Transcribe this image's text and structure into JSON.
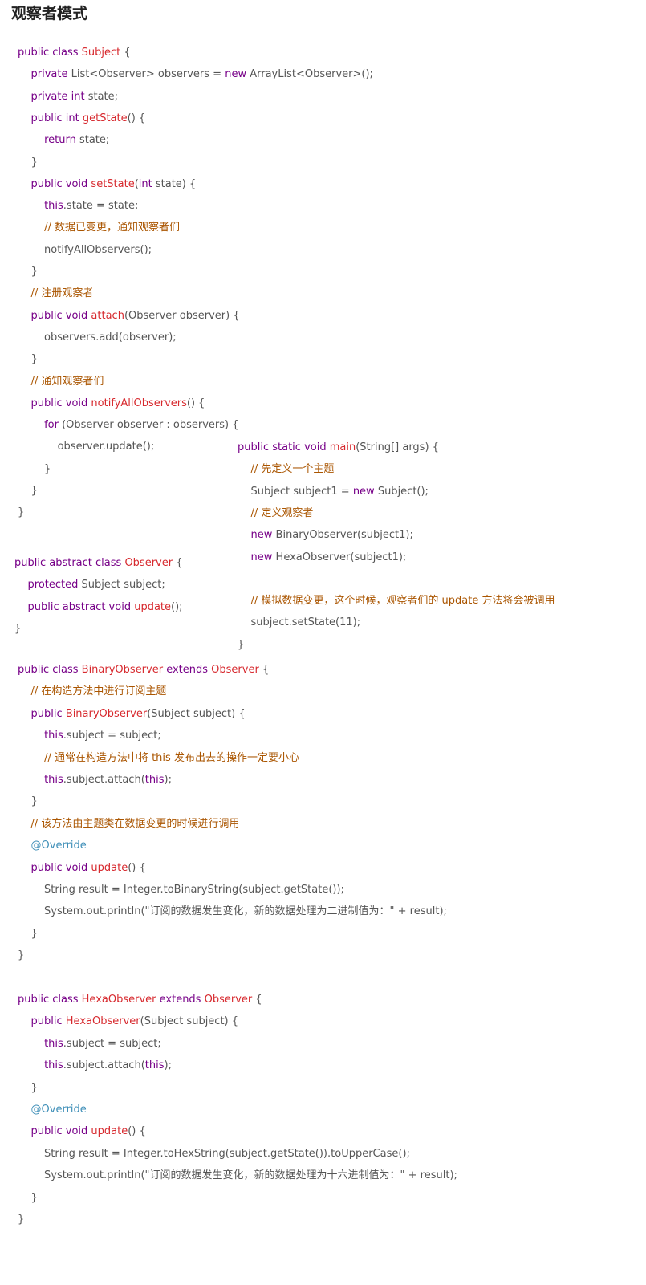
{
  "page": {
    "title": "观察者模式"
  },
  "colors": {
    "keyword": "#770088",
    "name": "#d7292e",
    "comment": "#aa5500",
    "annotation": "#3f8fb8",
    "text": "#555555"
  },
  "code_blocks": [
    {
      "name": "subject-class",
      "lines": [
        [
          [
            "kw",
            "public class "
          ],
          [
            "nm",
            "Subject"
          ],
          [
            "tx",
            " {"
          ]
        ],
        [
          [
            "tx",
            "    "
          ],
          [
            "kw",
            "private"
          ],
          [
            "tx",
            " List<Observer> observers = "
          ],
          [
            "kw",
            "new"
          ],
          [
            "tx",
            " ArrayList<Observer>();"
          ]
        ],
        [
          [
            "tx",
            "    "
          ],
          [
            "kw",
            "private int"
          ],
          [
            "tx",
            " state;"
          ]
        ],
        [
          [
            "tx",
            "    "
          ],
          [
            "kw",
            "public int "
          ],
          [
            "nm",
            "getState"
          ],
          [
            "tx",
            "() {"
          ]
        ],
        [
          [
            "tx",
            "        "
          ],
          [
            "kw",
            "return"
          ],
          [
            "tx",
            " state;"
          ]
        ],
        [
          [
            "tx",
            "    }"
          ]
        ],
        [
          [
            "tx",
            "    "
          ],
          [
            "kw",
            "public void "
          ],
          [
            "nm",
            "setState"
          ],
          [
            "tx",
            "("
          ],
          [
            "kw",
            "int"
          ],
          [
            "tx",
            " state) {"
          ]
        ],
        [
          [
            "tx",
            "        "
          ],
          [
            "kw",
            "this"
          ],
          [
            "tx",
            ".state = state;"
          ]
        ],
        [
          [
            "tx",
            "        "
          ],
          [
            "cm",
            "// 数据已变更，通知观察者们"
          ]
        ],
        [
          [
            "tx",
            "        notifyAllObservers();"
          ]
        ],
        [
          [
            "tx",
            "    }"
          ]
        ],
        [
          [
            "tx",
            "    "
          ],
          [
            "cm",
            "// 注册观察者"
          ]
        ],
        [
          [
            "tx",
            "    "
          ],
          [
            "kw",
            "public void "
          ],
          [
            "nm",
            "attach"
          ],
          [
            "tx",
            "(Observer observer) {"
          ]
        ],
        [
          [
            "tx",
            "        observers.add(observer);"
          ]
        ],
        [
          [
            "tx",
            "    }"
          ]
        ],
        [
          [
            "tx",
            "    "
          ],
          [
            "cm",
            "// 通知观察者们"
          ]
        ],
        [
          [
            "tx",
            "    "
          ],
          [
            "kw",
            "public void "
          ],
          [
            "nm",
            "notifyAllObservers"
          ],
          [
            "tx",
            "() {"
          ]
        ],
        [
          [
            "tx",
            "        "
          ],
          [
            "kw",
            "for"
          ],
          [
            "tx",
            " (Observer observer : observers) {"
          ]
        ],
        [
          [
            "tx",
            "            observer.update();"
          ]
        ],
        [
          [
            "tx",
            "        }"
          ]
        ],
        [
          [
            "tx",
            "    }"
          ]
        ],
        [
          [
            "tx",
            "}"
          ]
        ]
      ]
    },
    {
      "name": "observer-class",
      "lines": [
        [
          [
            "kw",
            "public abstract class "
          ],
          [
            "nm",
            "Observer"
          ],
          [
            "tx",
            " {"
          ]
        ],
        [
          [
            "tx",
            "    "
          ],
          [
            "kw",
            "protected"
          ],
          [
            "tx",
            " Subject subject;"
          ]
        ],
        [
          [
            "tx",
            "    "
          ],
          [
            "kw",
            "public abstract void "
          ],
          [
            "nm",
            "update"
          ],
          [
            "tx",
            "();"
          ]
        ],
        [
          [
            "tx",
            "}"
          ]
        ]
      ]
    },
    {
      "name": "main-method",
      "lines": [
        [
          [
            "kw",
            "public static void "
          ],
          [
            "nm",
            "main"
          ],
          [
            "tx",
            "(String[] args) {"
          ]
        ],
        [
          [
            "tx",
            "    "
          ],
          [
            "cm",
            "// 先定义一个主题"
          ]
        ],
        [
          [
            "tx",
            "    Subject subject1 = "
          ],
          [
            "kw",
            "new"
          ],
          [
            "tx",
            " Subject();"
          ]
        ],
        [
          [
            "tx",
            "    "
          ],
          [
            "cm",
            "// 定义观察者"
          ]
        ],
        [
          [
            "tx",
            "    "
          ],
          [
            "kw",
            "new"
          ],
          [
            "tx",
            " BinaryObserver(subject1);"
          ]
        ],
        [
          [
            "tx",
            "    "
          ],
          [
            "kw",
            "new"
          ],
          [
            "tx",
            " HexaObserver(subject1);"
          ]
        ],
        [
          [
            "tx",
            ""
          ]
        ],
        [
          [
            "tx",
            "    "
          ],
          [
            "cm",
            "// 模拟数据变更，这个时候，观察者们的 update 方法将会被调用"
          ]
        ],
        [
          [
            "tx",
            "    subject.setState(11);"
          ]
        ],
        [
          [
            "tx",
            "}"
          ]
        ]
      ]
    },
    {
      "name": "binary-observer-class",
      "lines": [
        [
          [
            "kw",
            "public class "
          ],
          [
            "nm",
            "BinaryObserver"
          ],
          [
            "kw",
            " extends "
          ],
          [
            "nm",
            "Observer"
          ],
          [
            "tx",
            " {"
          ]
        ],
        [
          [
            "tx",
            "    "
          ],
          [
            "cm",
            "// 在构造方法中进行订阅主题"
          ]
        ],
        [
          [
            "tx",
            "    "
          ],
          [
            "kw",
            "public "
          ],
          [
            "nm",
            "BinaryObserver"
          ],
          [
            "tx",
            "(Subject subject) {"
          ]
        ],
        [
          [
            "tx",
            "        "
          ],
          [
            "kw",
            "this"
          ],
          [
            "tx",
            ".subject = subject;"
          ]
        ],
        [
          [
            "tx",
            "        "
          ],
          [
            "cm",
            "// 通常在构造方法中将 this 发布出去的操作一定要小心"
          ]
        ],
        [
          [
            "tx",
            "        "
          ],
          [
            "kw",
            "this"
          ],
          [
            "tx",
            ".subject.attach("
          ],
          [
            "kw",
            "this"
          ],
          [
            "tx",
            ");"
          ]
        ],
        [
          [
            "tx",
            "    }"
          ]
        ],
        [
          [
            "tx",
            "    "
          ],
          [
            "cm",
            "// 该方法由主题类在数据变更的时候进行调用"
          ]
        ],
        [
          [
            "tx",
            "    "
          ],
          [
            "an",
            "@Override"
          ]
        ],
        [
          [
            "tx",
            "    "
          ],
          [
            "kw",
            "public void "
          ],
          [
            "nm",
            "update"
          ],
          [
            "tx",
            "() {"
          ]
        ],
        [
          [
            "tx",
            "        String result = Integer.toBinaryString(subject.getState());"
          ]
        ],
        [
          [
            "tx",
            "        System.out.println(\"订阅的数据发生变化，新的数据处理为二进制值为：\" + result);"
          ]
        ],
        [
          [
            "tx",
            "    }"
          ]
        ],
        [
          [
            "tx",
            "}"
          ]
        ]
      ]
    },
    {
      "name": "hexa-observer-class",
      "lines": [
        [
          [
            "kw",
            "public class "
          ],
          [
            "nm",
            "HexaObserver"
          ],
          [
            "kw",
            " extends "
          ],
          [
            "nm",
            "Observer"
          ],
          [
            "tx",
            " {"
          ]
        ],
        [
          [
            "tx",
            "    "
          ],
          [
            "kw",
            "public "
          ],
          [
            "nm",
            "HexaObserver"
          ],
          [
            "tx",
            "(Subject subject) {"
          ]
        ],
        [
          [
            "tx",
            "        "
          ],
          [
            "kw",
            "this"
          ],
          [
            "tx",
            ".subject = subject;"
          ]
        ],
        [
          [
            "tx",
            "        "
          ],
          [
            "kw",
            "this"
          ],
          [
            "tx",
            ".subject.attach("
          ],
          [
            "kw",
            "this"
          ],
          [
            "tx",
            ");"
          ]
        ],
        [
          [
            "tx",
            "    }"
          ]
        ],
        [
          [
            "tx",
            "    "
          ],
          [
            "an",
            "@Override"
          ]
        ],
        [
          [
            "tx",
            "    "
          ],
          [
            "kw",
            "public void "
          ],
          [
            "nm",
            "update"
          ],
          [
            "tx",
            "() {"
          ]
        ],
        [
          [
            "tx",
            "        String result = Integer.toHexString(subject.getState()).toUpperCase();"
          ]
        ],
        [
          [
            "tx",
            "        System.out.println(\"订阅的数据发生变化，新的数据处理为十六进制值为：\" + result);"
          ]
        ],
        [
          [
            "tx",
            "    }"
          ]
        ],
        [
          [
            "tx",
            "}"
          ]
        ]
      ]
    }
  ]
}
